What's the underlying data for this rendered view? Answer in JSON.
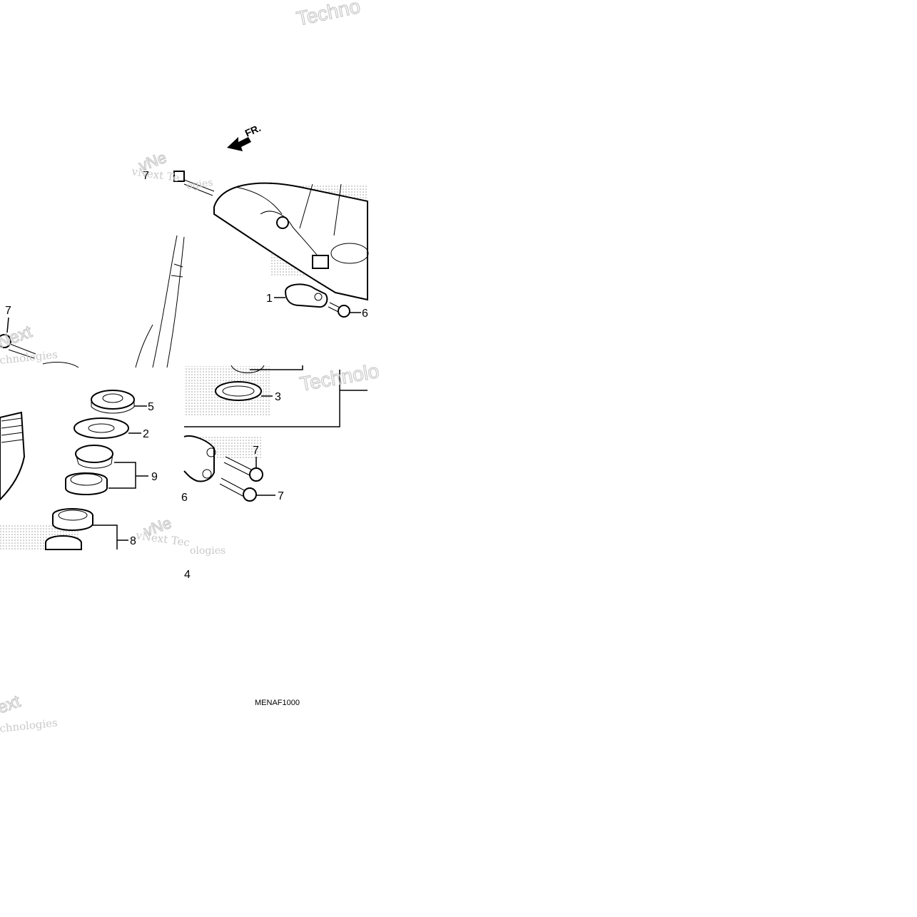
{
  "diagram_code": "MENAF1000",
  "direction_label": "FR.",
  "callouts": {
    "c1": "1",
    "c2": "2",
    "c3": "3",
    "c4": "4",
    "c5": "5",
    "c6": "6",
    "c7a": "7",
    "c7b": "7",
    "c7c": "7",
    "c7d": "7",
    "c8": "8",
    "c9": "9",
    "c6b": "6"
  },
  "watermarks": {
    "w1": "Techno",
    "w2": "vNext Te",
    "w3": "ogies",
    "w4": "vNe",
    "w5": "Next",
    "w6": "chnologies",
    "w7": "Technolo",
    "w8": "vNext Tec",
    "w9": "ologies",
    "w10": "vNe",
    "w11": "ext",
    "w12": "chnologies"
  }
}
